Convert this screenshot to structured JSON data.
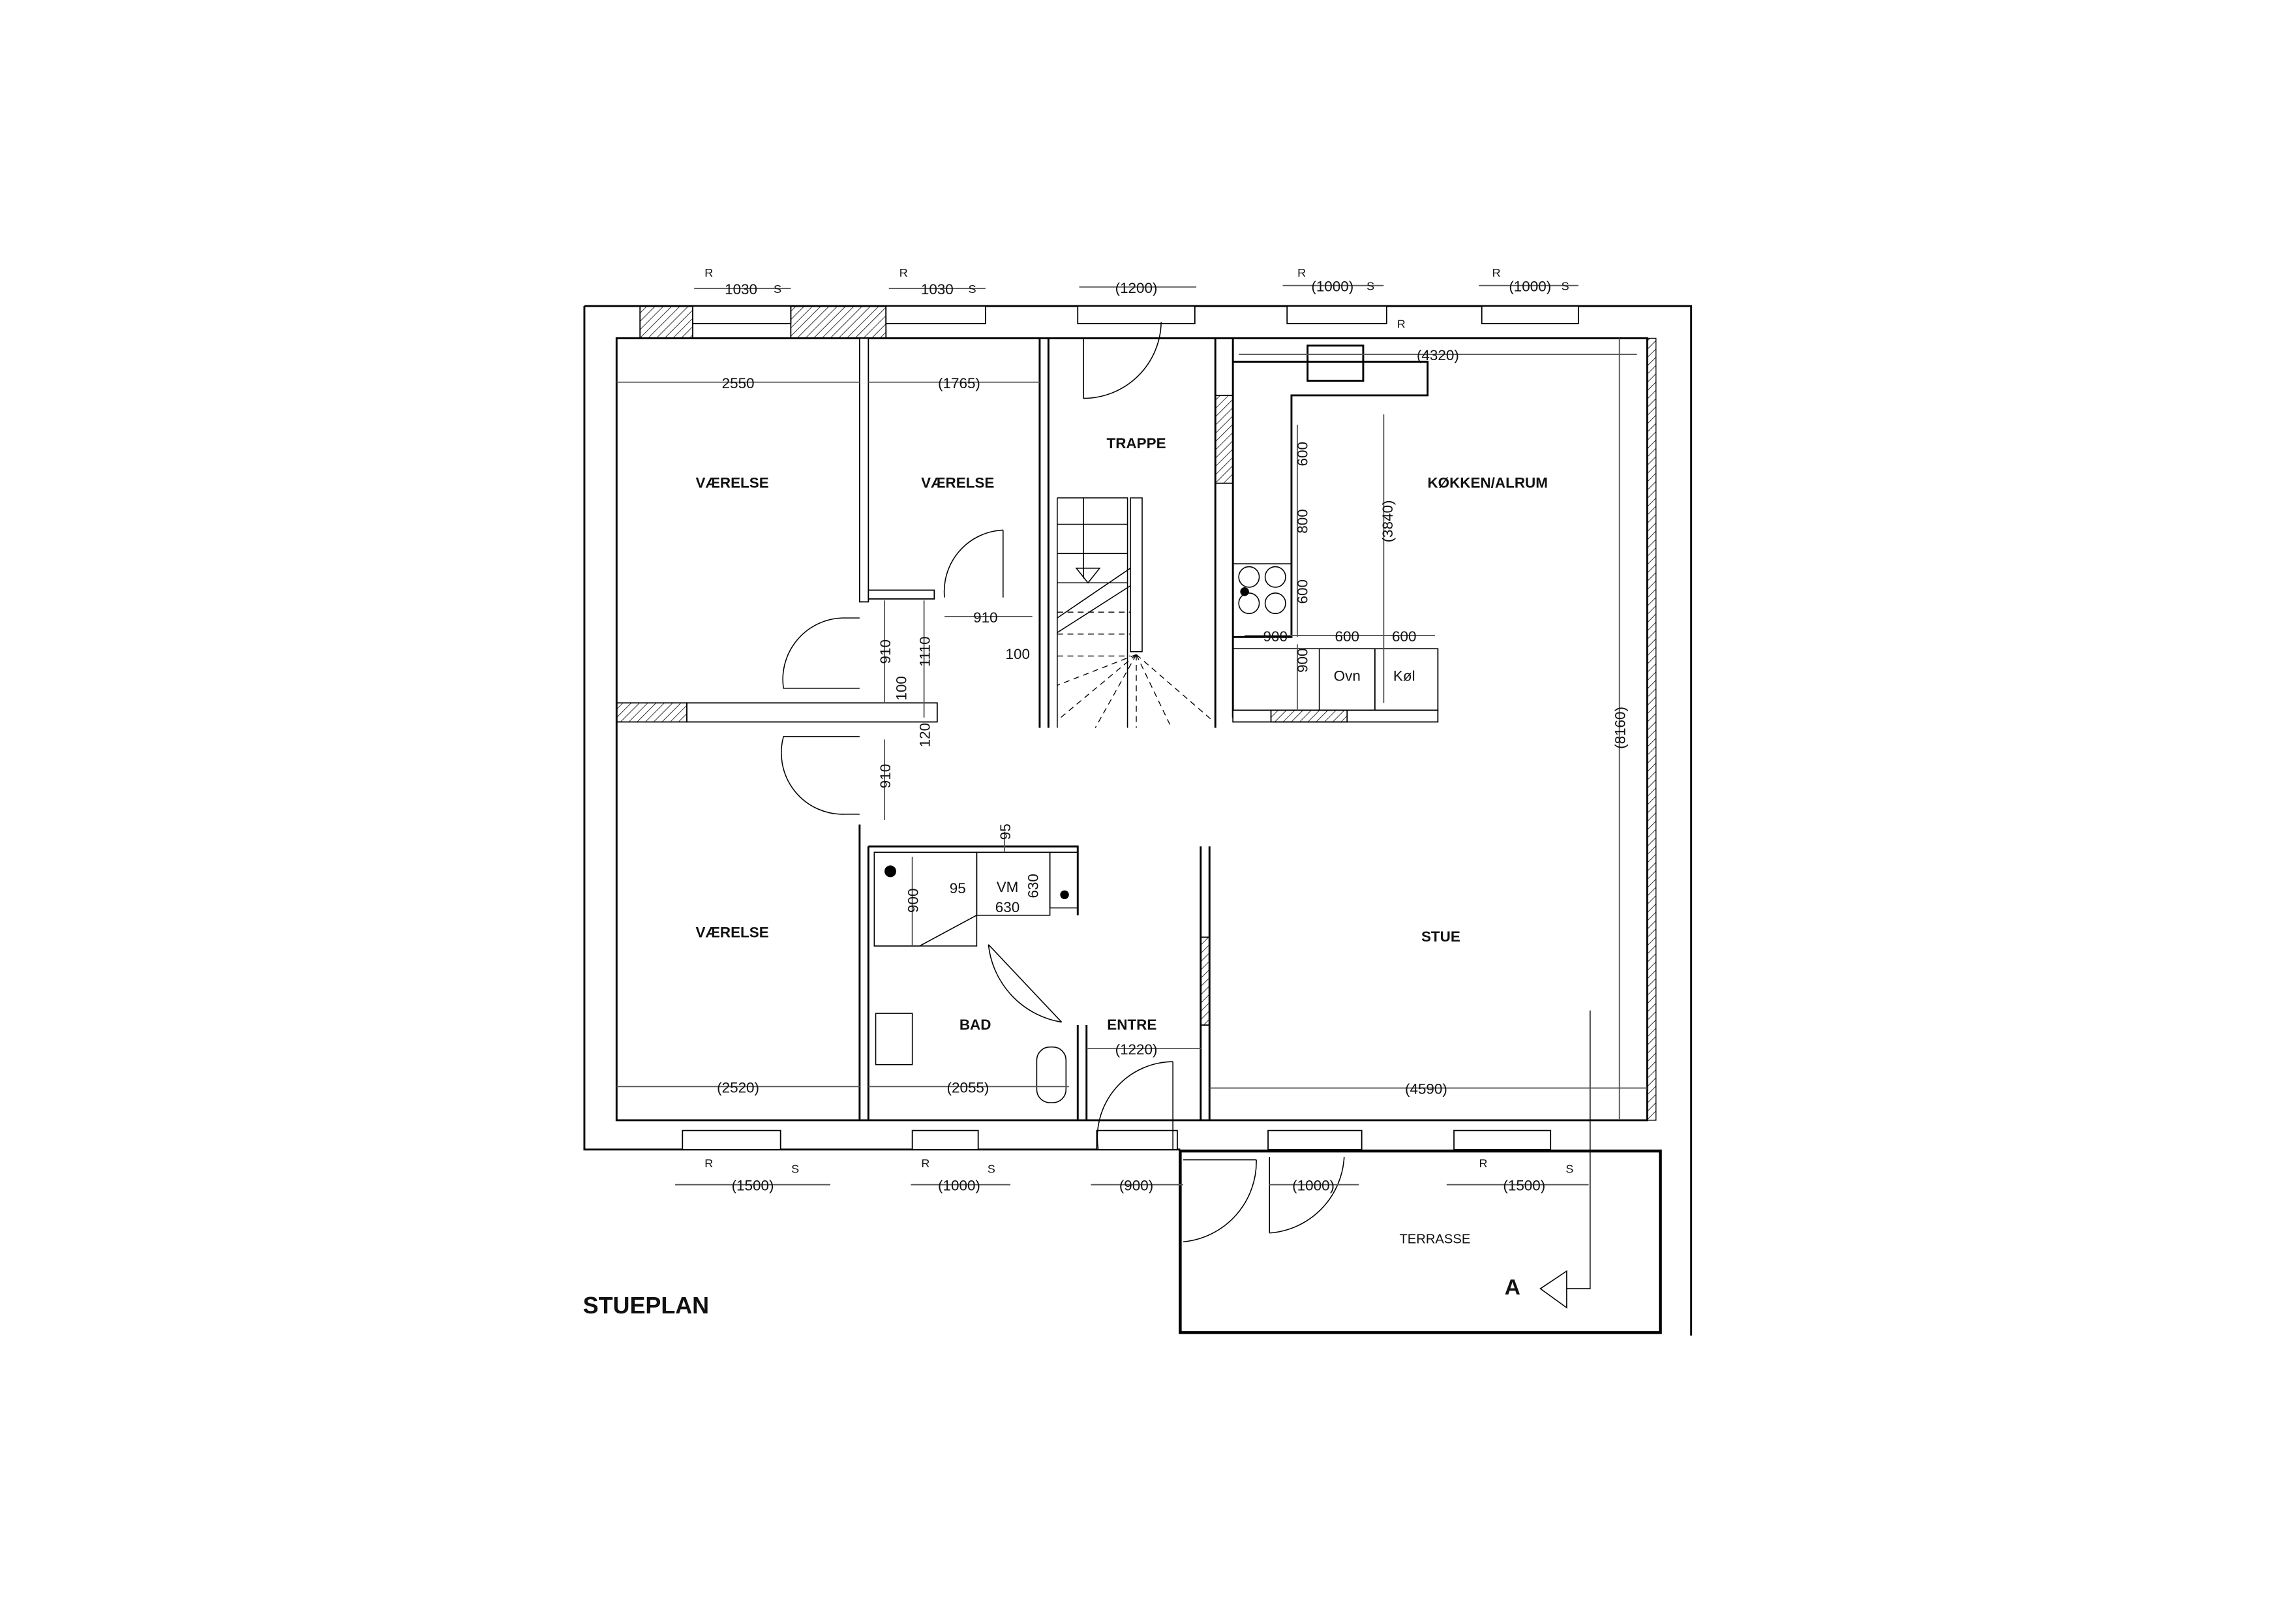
{
  "title": "STUEPLAN",
  "rooms": {
    "vaerelse_top_left": "VÆRELSE",
    "vaerelse_top_mid": "VÆRELSE",
    "vaerelse_bottom": "VÆRELSE",
    "trappe": "TRAPPE",
    "kokken": "KØKKEN/ALRUM",
    "stue": "STUE",
    "bad": "BAD",
    "entre": "ENTRE",
    "terrasse": "TERRASSE"
  },
  "appliances": {
    "ovn": "Ovn",
    "kol": "Køl",
    "vm": "VM"
  },
  "section_marker": "A",
  "window_marks": {
    "r": "R",
    "s": "S"
  },
  "dimensions": {
    "top_w1": "1030",
    "top_w2": "1030",
    "top_door": "(1200)",
    "top_w3": "(1000)",
    "top_w4": "(1000)",
    "room1_width": "2550",
    "room2_width": "(1765)",
    "kitchen_width": "(4320)",
    "door_910_h": "910",
    "wall_100": "100",
    "door_910_v1": "910",
    "dim_1110": "1110",
    "dim_100_v": "100",
    "dim_120": "120",
    "door_910_v2": "910",
    "k_600_a": "600",
    "k_800": "800",
    "k_600_b": "600",
    "k_3840": "(3840)",
    "k_900_h": "900",
    "k_600_c": "600",
    "k_600_d": "600",
    "k_900_v": "900",
    "total_8160": "(8160)",
    "bath_95_v": "95",
    "bath_900": "900",
    "bath_95_h": "95",
    "vm_630_h": "630",
    "vm_630_v": "630",
    "entre_1220": "(1220)",
    "room3_width": "(2520)",
    "bad_width": "(2055)",
    "stue_width": "(4590)",
    "bot_w1": "(1500)",
    "bot_w2": "(1000)",
    "bot_door1": "(900)",
    "bot_door2": "(1000)",
    "bot_w3": "(1500)"
  }
}
